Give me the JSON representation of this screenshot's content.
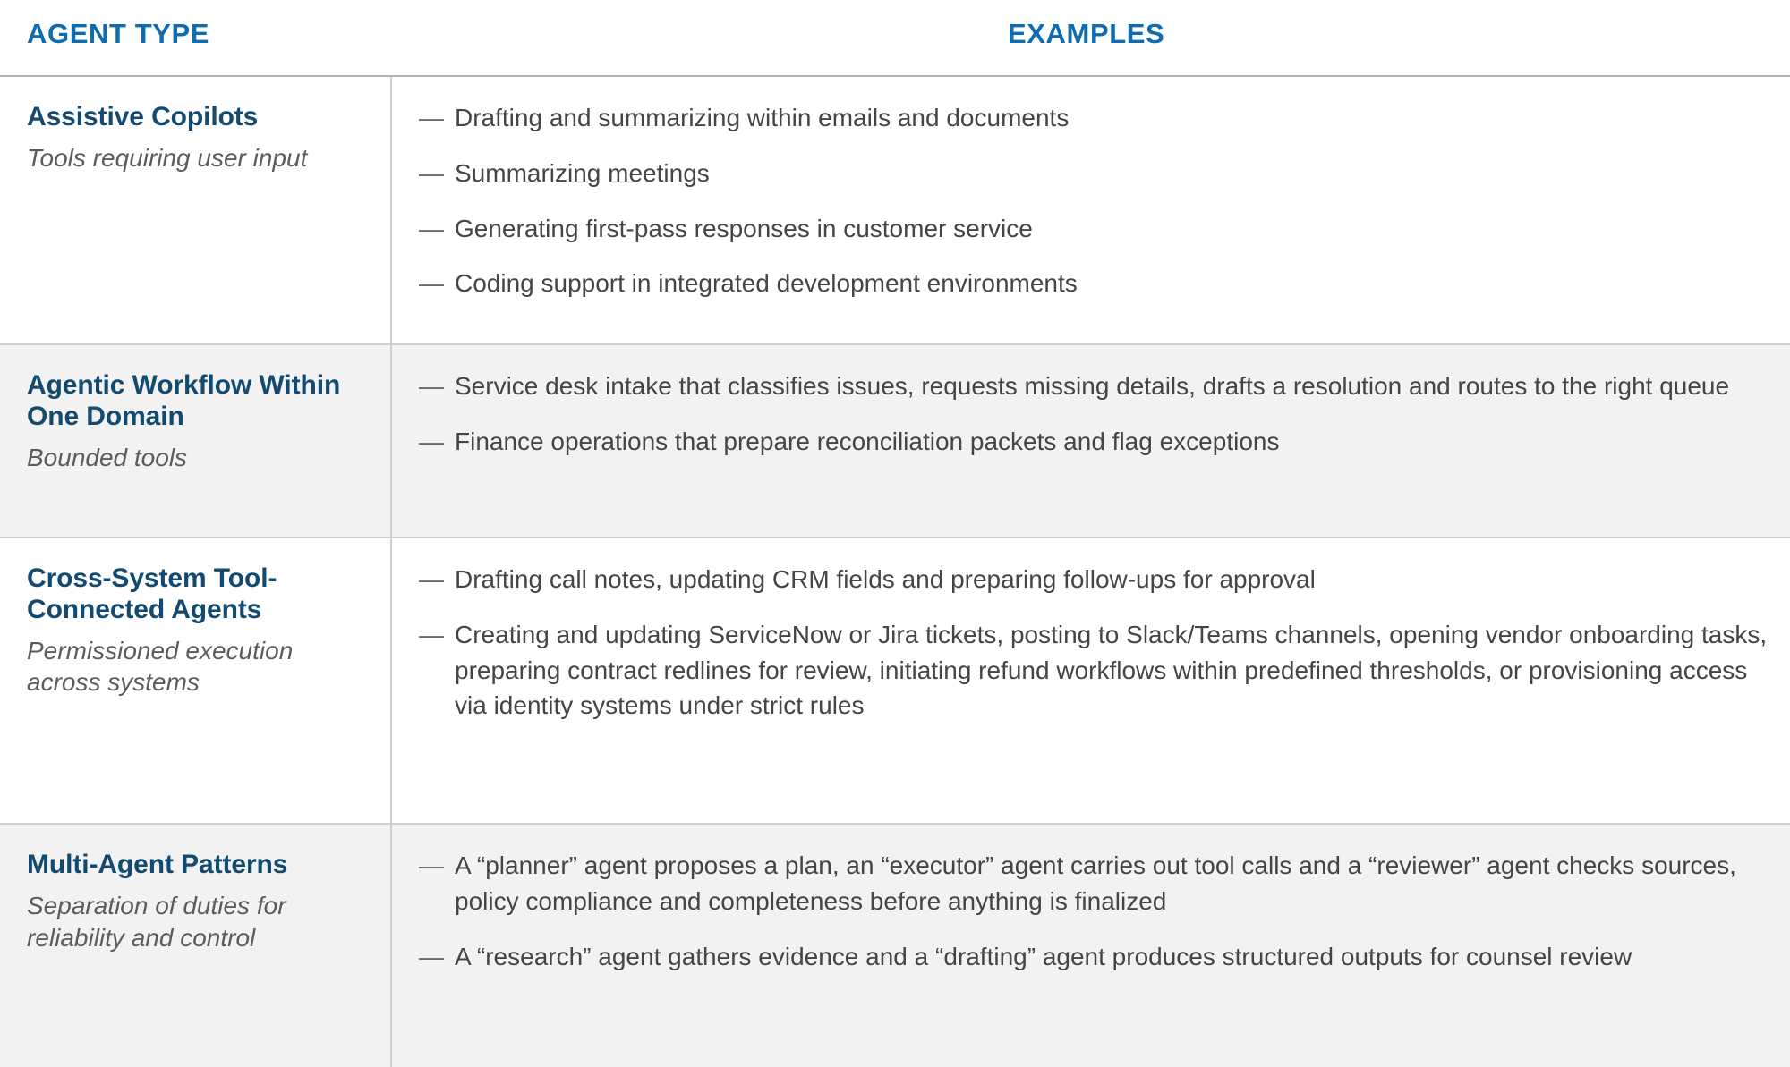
{
  "table": {
    "columns": {
      "agent_type_header": "AGENT TYPE",
      "examples_header": "EXAMPLES"
    },
    "colors": {
      "header_blue": "#0F6CB0",
      "row_title_navy": "#134A70",
      "body_text": "#454545",
      "subtitle_gray": "#5c5c5c",
      "shaded_row_bg": "#f2f2f2",
      "rule_gray": "#cfcfcf"
    },
    "bullet_marker": "—",
    "rows": [
      {
        "title": "Assistive Copilots",
        "subtitle": "Tools requiring user input",
        "shaded": false,
        "examples": [
          "Drafting and summarizing within emails and documents",
          "Summarizing meetings",
          "Generating first-pass responses in customer service",
          "Coding support in integrated development environments"
        ]
      },
      {
        "title": "Agentic Workflow Within One Domain",
        "subtitle": "Bounded tools",
        "shaded": true,
        "examples": [
          "Service desk intake that classifies issues, requests missing details, drafts a resolution and routes to the right queue",
          "Finance operations that prepare reconciliation packets and flag exceptions"
        ]
      },
      {
        "title": "Cross-System Tool-Connected Agents",
        "subtitle": "Permissioned execution across systems",
        "shaded": false,
        "examples": [
          "Drafting call notes, updating CRM fields and preparing follow-ups for approval",
          "Creating and updating ServiceNow or Jira tickets, posting to Slack/Teams channels, opening vendor onboarding tasks, preparing contract redlines for review, initiating refund workflows within predefined thresholds, or provisioning access via identity systems under strict rules"
        ]
      },
      {
        "title": "Multi-Agent Patterns",
        "subtitle": "Separation of duties for reliability and control",
        "shaded": true,
        "examples": [
          "A “planner” agent proposes a plan, an “executor” agent carries out tool calls and a “reviewer” agent checks sources, policy compliance and completeness before anything is finalized",
          "A “research” agent gathers evidence and a “drafting” agent produces structured outputs for counsel review"
        ]
      }
    ]
  }
}
